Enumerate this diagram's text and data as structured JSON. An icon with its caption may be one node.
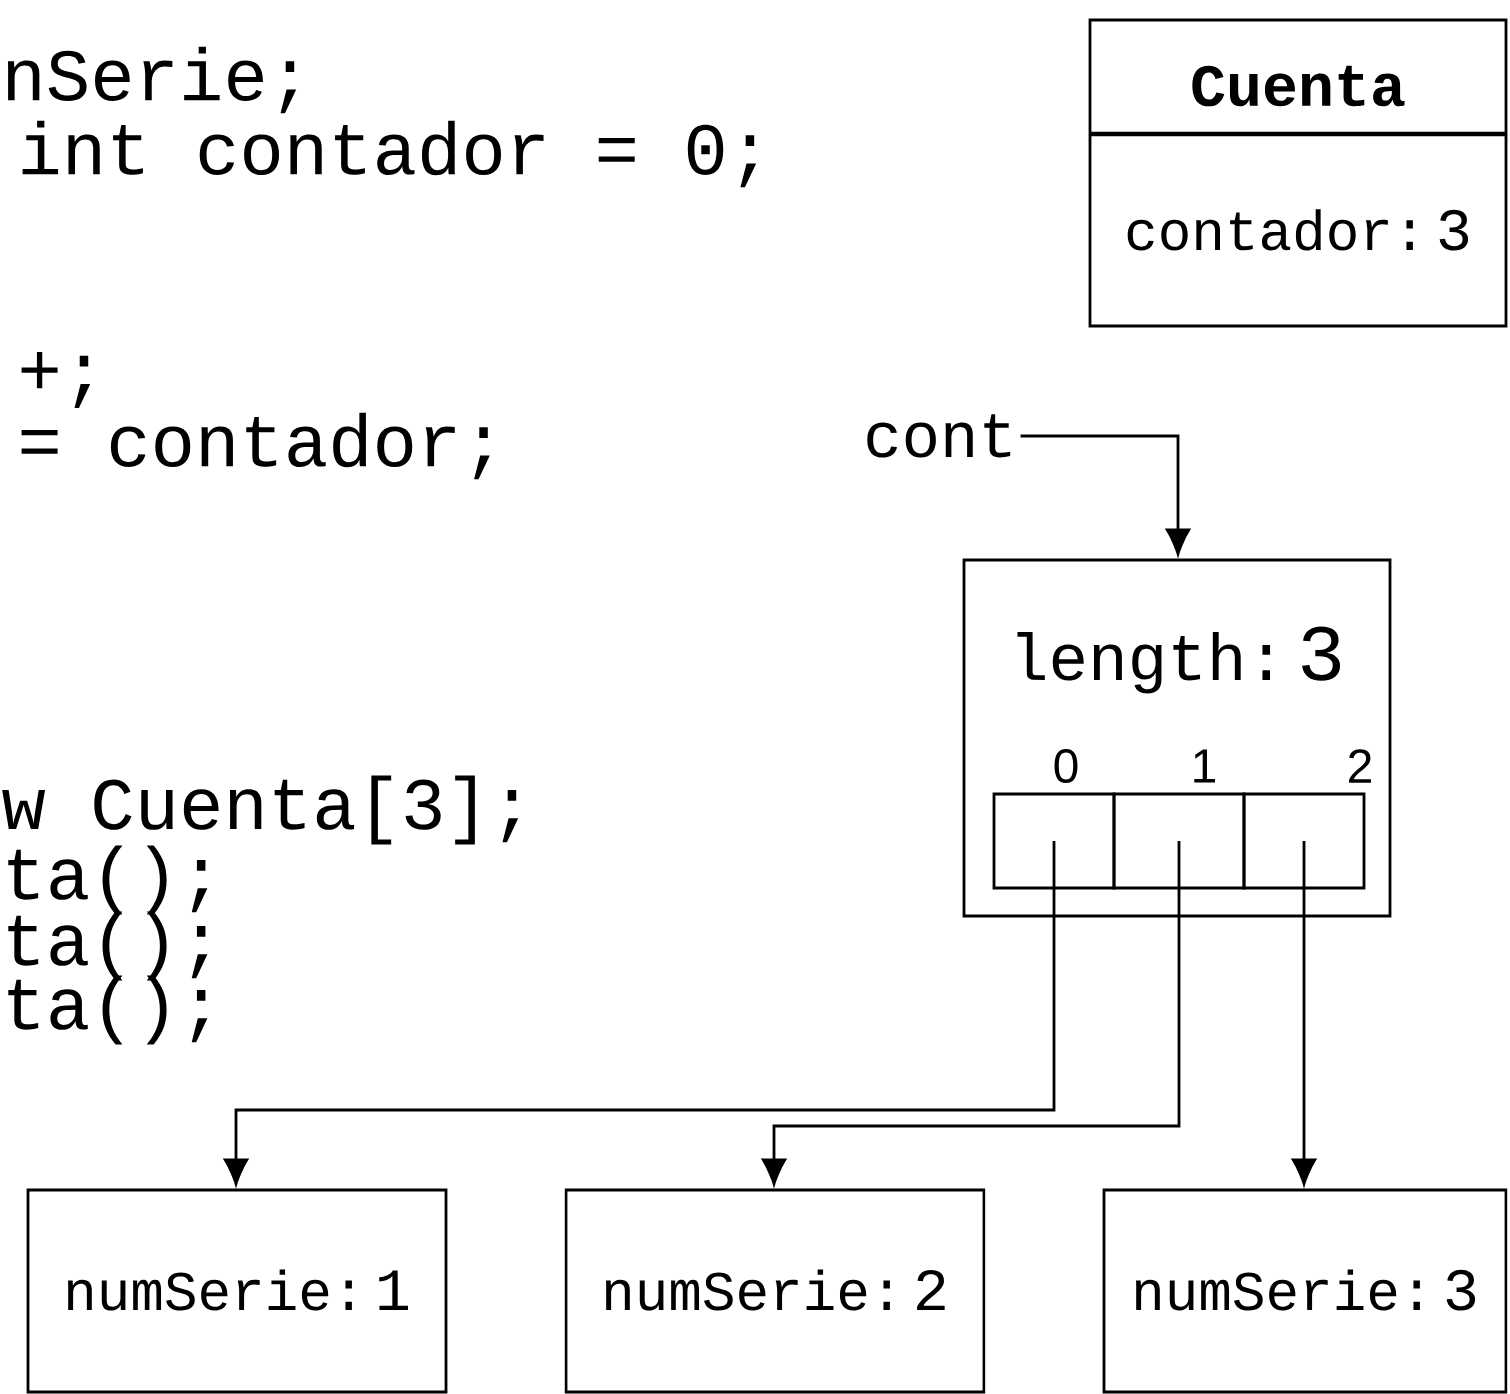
{
  "diagram": {
    "nodes": [
      {
        "text": [
          "Cuenta",
          "contador:",
          "3"
        ]
      },
      {
        "text": [
          "cont"
        ]
      },
      {
        "text": [
          "length:",
          "3"
        ]
      },
      {
        "text": [],
        "shape": "box",
        "in": 2,
        "beside": [
          "0"
        ]
      },
      {
        "text": [],
        "shape": "box",
        "in": 2,
        "beside": [
          "1"
        ]
      },
      {
        "text": [],
        "shape": "box",
        "in": 2,
        "beside": [
          "2"
        ]
      },
      {
        "text": [
          "numSerie:",
          "1"
        ]
      },
      {
        "text": [
          "numSerie:",
          "2"
        ]
      },
      {
        "text": [
          "numSerie:",
          "3"
        ]
      }
    ],
    "edges": [
      {
        "from": 1,
        "to": 2,
        "arrow": "to"
      },
      {
        "from": 3,
        "to": 6,
        "arrow": "to"
      },
      {
        "from": 4,
        "to": 7,
        "arrow": "to"
      },
      {
        "from": 5,
        "to": 8,
        "arrow": "to"
      }
    ],
    "labels": [
      "nSerie;",
      "int contador = 0;",
      "+;",
      "= contador;",
      "w Cuenta[3];",
      "ta();",
      "ta();",
      "ta();"
    ]
  }
}
